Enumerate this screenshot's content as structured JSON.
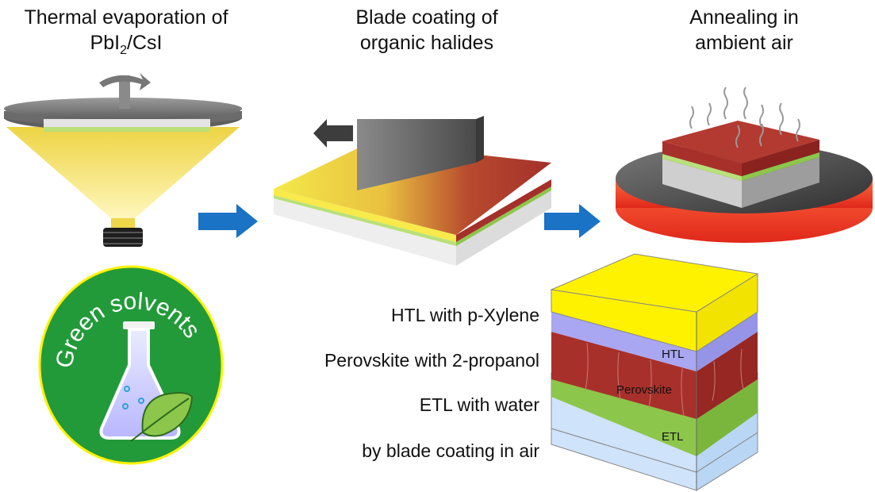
{
  "steps": [
    {
      "line1": "Thermal evaporation of",
      "line2_pre": "PbI",
      "line2_sub": "2",
      "line2_post": "/CsI"
    },
    {
      "line1": "Blade coating of",
      "line2": "organic halides"
    },
    {
      "line1": "Annealing in",
      "line2": "ambient air"
    }
  ],
  "badge": {
    "text": "Green solvents"
  },
  "layers": [
    {
      "label": "HTL with p-Xylene",
      "tag": "HTL"
    },
    {
      "label": "Perovskite with 2-propanol",
      "tag": "Perovskite"
    },
    {
      "label": "ETL with water",
      "tag": "ETL"
    },
    {
      "label": "by blade coating in air"
    }
  ],
  "colors": {
    "arrow": "#1a73c4",
    "vapor_yellow": "#f0d23a",
    "perovskite_red": "#a8302b",
    "htl_purple": "#a9a7f2",
    "etl_green": "#8cc64b",
    "substrate_blue": "#cfe3fb",
    "badge_green": "#239a3a",
    "top_yellow": "#fff200"
  }
}
